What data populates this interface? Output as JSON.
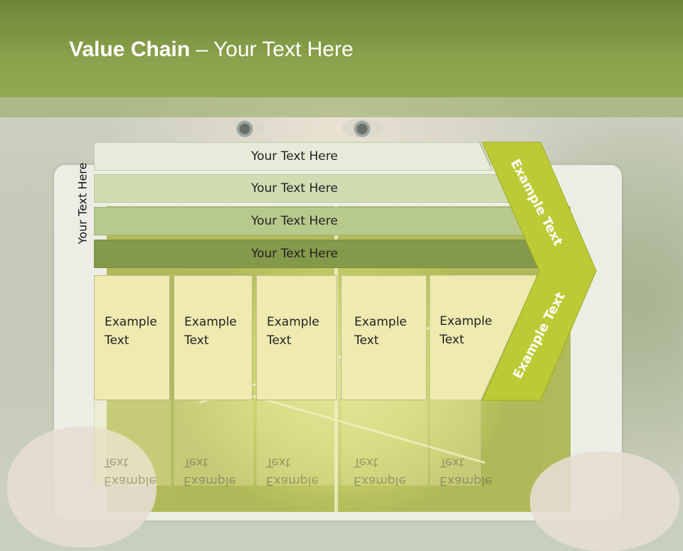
{
  "title": {
    "bold": "Value Chain",
    "rest": " – Your Text Here"
  },
  "side_label": "Your Text Here",
  "bars": [
    {
      "label": "Your Text Here",
      "color": "#e6ecd9"
    },
    {
      "label": "Your Text Here",
      "color": "#d1dcb3"
    },
    {
      "label": "Your Text Here",
      "color": "#b8c98c"
    },
    {
      "label": "Your Text Here",
      "color": "#84994a"
    }
  ],
  "boxes": [
    {
      "line1": "Example",
      "line2": "Text"
    },
    {
      "line1": "Example",
      "line2": "Text"
    },
    {
      "line1": "Example",
      "line2": "Text"
    },
    {
      "line1": "Example",
      "line2": "Text"
    },
    {
      "line1": "Example",
      "line2": "Text"
    }
  ],
  "chevron": {
    "top_text": "Example Text",
    "bottom_text": "Example Text",
    "color": "#bccb35"
  },
  "colors": {
    "header": "#8aa24c",
    "box_fill": "#eeeab0"
  }
}
